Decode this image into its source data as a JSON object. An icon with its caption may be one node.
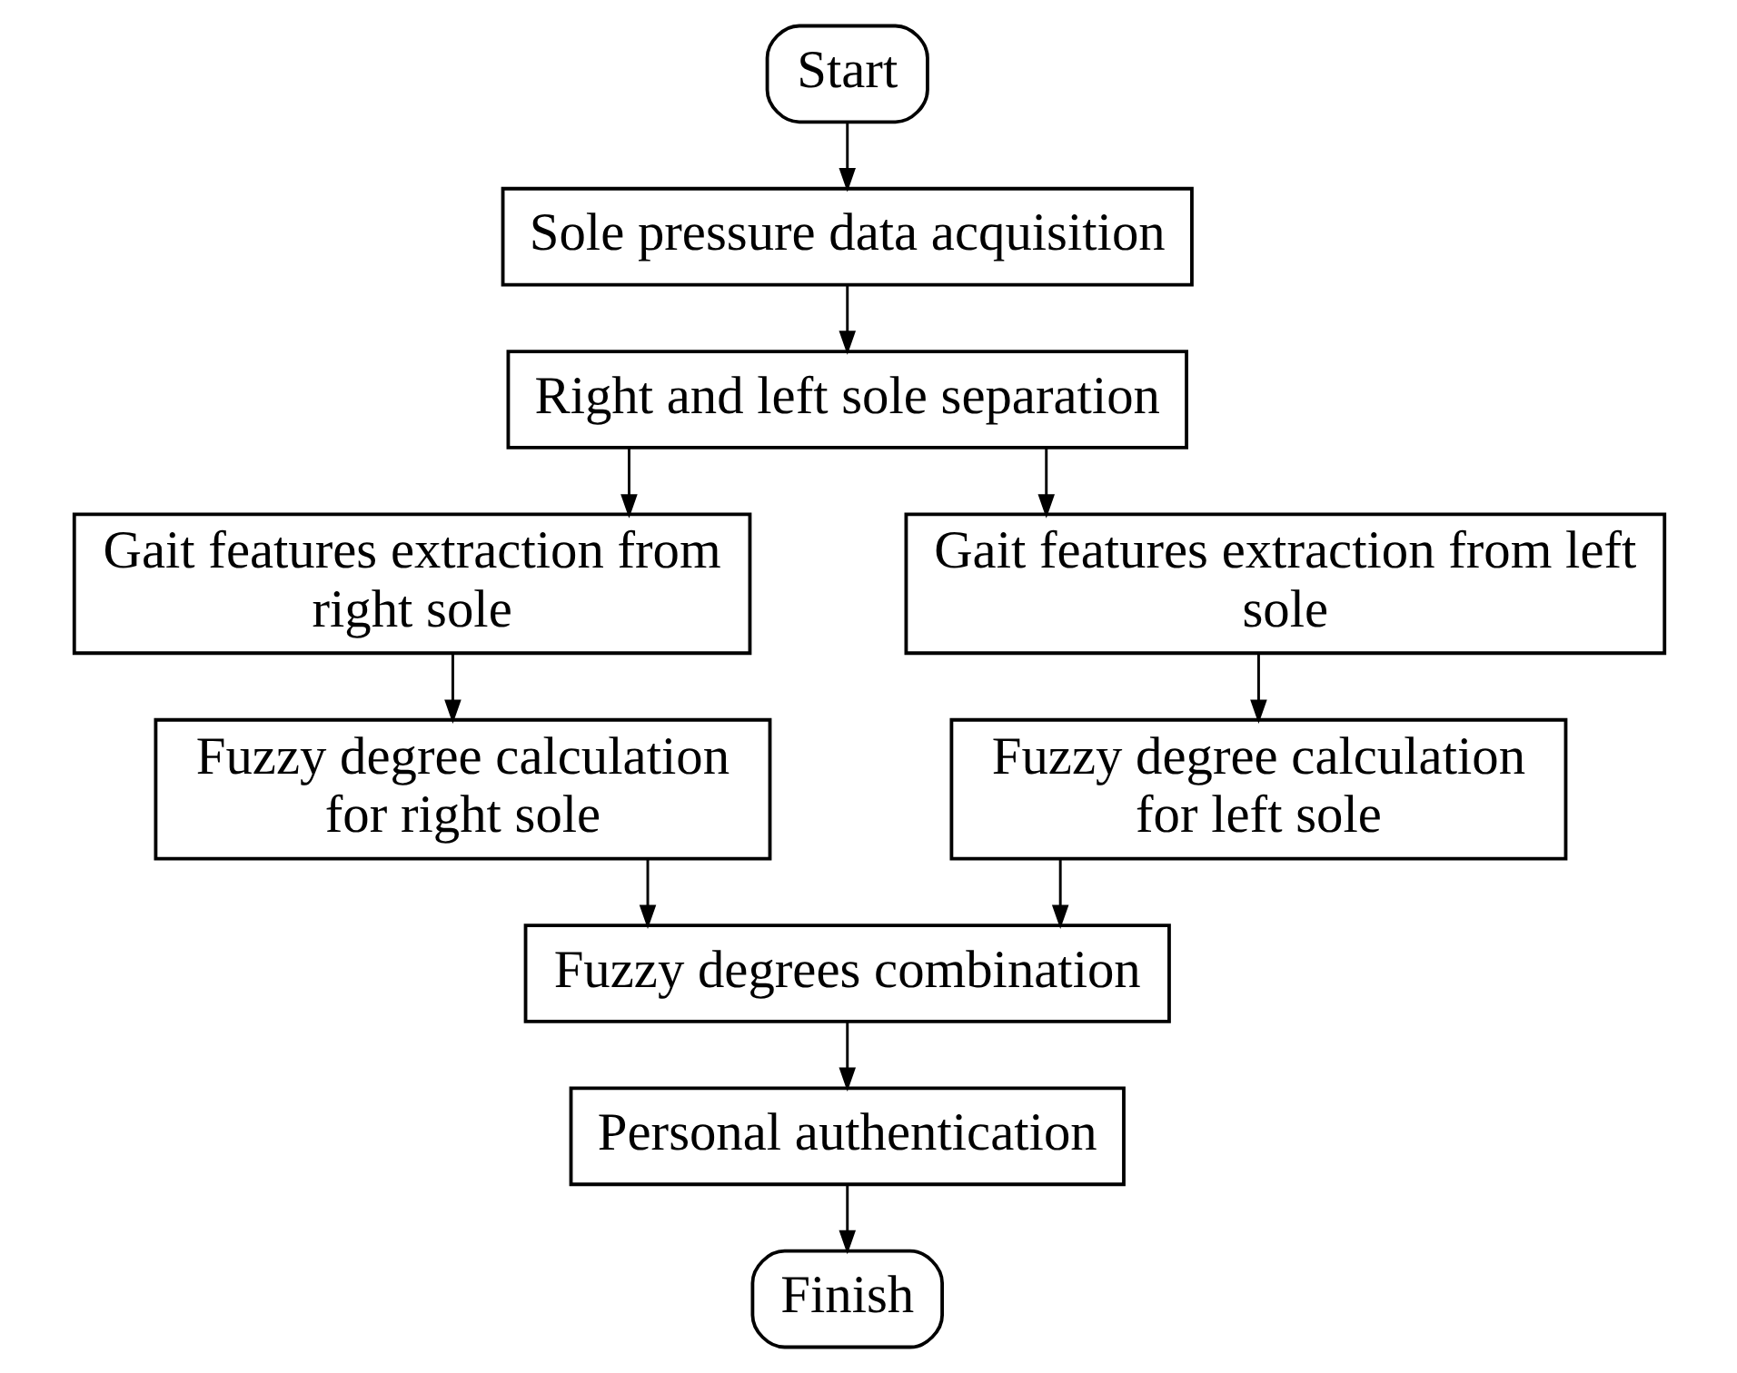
{
  "diagram": {
    "nodes": [
      {
        "text": [
          "Start"
        ]
      },
      {
        "text": [
          "Sole pressure data acquisition"
        ]
      },
      {
        "text": [
          "Right and left sole separation"
        ]
      },
      {
        "text": [
          "Gait features extraction from right sole"
        ]
      },
      {
        "text": [
          "Gait features extraction from left sole"
        ]
      },
      {
        "text": [
          "Fuzzy degree calculation for right sole"
        ]
      },
      {
        "text": [
          "Fuzzy degree calculation for left sole"
        ]
      },
      {
        "text": [
          "Fuzzy degrees combination"
        ]
      },
      {
        "text": [
          "Personal authentication"
        ]
      },
      {
        "text": [
          "Finish"
        ]
      }
    ],
    "edges": [
      {
        "from": 0,
        "to": 1,
        "arrow": "to"
      },
      {
        "from": 1,
        "to": 2,
        "arrow": "to"
      },
      {
        "from": 2,
        "to": 3,
        "arrow": "to"
      },
      {
        "from": 2,
        "to": 4,
        "arrow": "to"
      },
      {
        "from": 3,
        "to": 5,
        "arrow": "to"
      },
      {
        "from": 4,
        "to": 6,
        "arrow": "to"
      },
      {
        "from": 5,
        "to": 7,
        "arrow": "to"
      },
      {
        "from": 6,
        "to": 7,
        "arrow": "to"
      },
      {
        "from": 7,
        "to": 8,
        "arrow": "to"
      },
      {
        "from": 8,
        "to": 9,
        "arrow": "to"
      }
    ]
  }
}
